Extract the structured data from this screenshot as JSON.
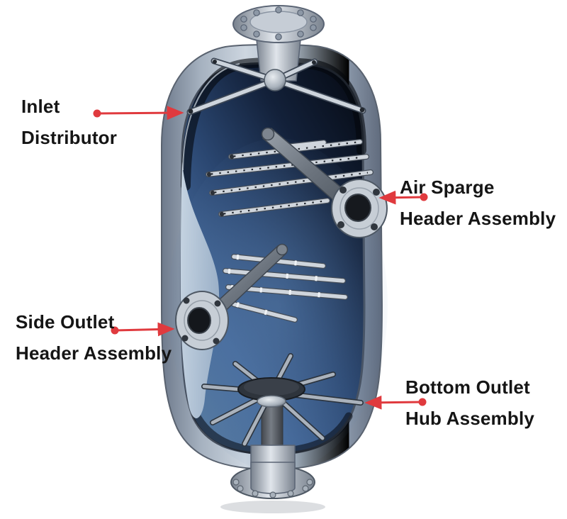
{
  "diagram": {
    "subject": "Pressure vessel cutaway with internal distributor assemblies",
    "annotations": [
      {
        "id": "inlet-distributor",
        "line1": "Inlet",
        "line2": "Distributor"
      },
      {
        "id": "air-sparge",
        "line1": "Air Sparge",
        "line2": "Header Assembly"
      },
      {
        "id": "side-outlet",
        "line1": "Side Outlet",
        "line2": "Header Assembly"
      },
      {
        "id": "bottom-outlet",
        "line1": "Bottom Outlet",
        "line2": "Hub Assembly"
      }
    ],
    "colors": {
      "arrow": "#e03a3e",
      "label_text": "#151515",
      "shell": "#aab6c4",
      "interior_blue": "#33527e",
      "interior_dark": "#0a101d",
      "metal": "#cfd5dc"
    }
  }
}
